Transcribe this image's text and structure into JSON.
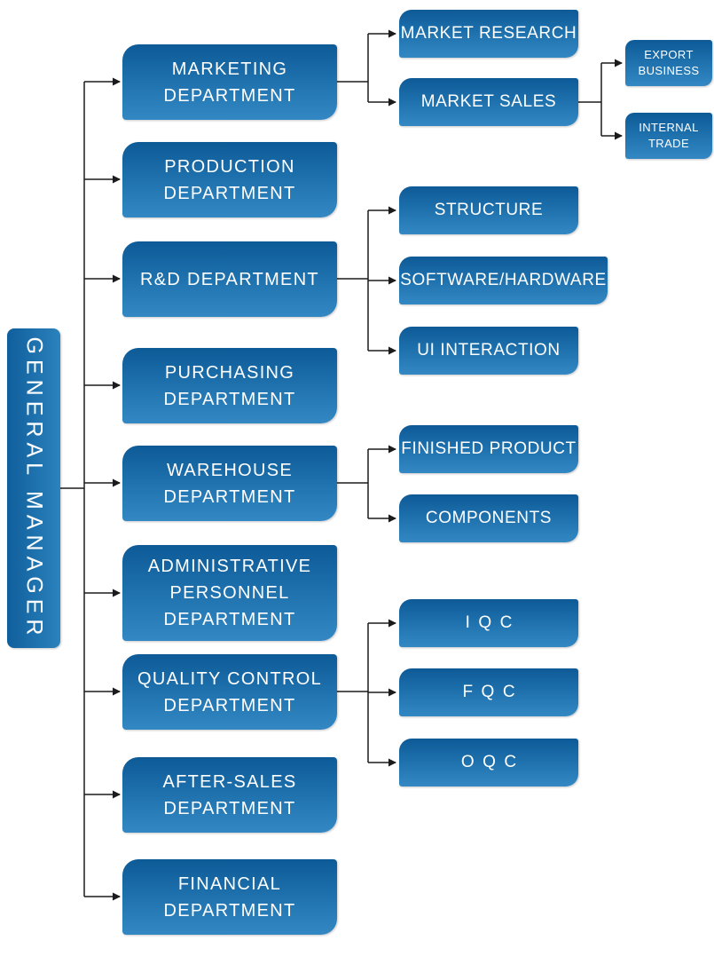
{
  "root": {
    "label": "GENERAL MANAGER"
  },
  "departments": [
    {
      "label": "MARKETING DEPARTMENT",
      "children": [
        {
          "label": "MARKET RESEARCH"
        },
        {
          "label": "MARKET SALES",
          "children": [
            {
              "label": "EXPORT BUSINESS"
            },
            {
              "label": "INTERNAL TRADE"
            }
          ]
        }
      ]
    },
    {
      "label": "PRODUCTION DEPARTMENT"
    },
    {
      "label": "R&D DEPARTMENT",
      "children": [
        {
          "label": "STRUCTURE"
        },
        {
          "label": "SOFTWARE/HARDWARE"
        },
        {
          "label": "UI INTERACTION"
        }
      ]
    },
    {
      "label": "PURCHASING DEPARTMENT"
    },
    {
      "label": "WAREHOUSE DEPARTMENT",
      "children": [
        {
          "label": "FINISHED PRODUCT"
        },
        {
          "label": "COMPONENTS"
        }
      ]
    },
    {
      "label": "ADMINISTRATIVE PERSONNEL DEPARTMENT"
    },
    {
      "label": "QUALITY CONTROL DEPARTMENT",
      "children": [
        {
          "label": "IQC"
        },
        {
          "label": "FQC"
        },
        {
          "label": "OQC"
        }
      ]
    },
    {
      "label": "AFTER-SALES DEPARTMENT"
    },
    {
      "label": "FINANCIAL DEPARTMENT"
    }
  ],
  "colors": {
    "box_gradient_top": "#0d5a97",
    "box_gradient_bottom": "#3388c4",
    "text": "#ffffff",
    "connector": "#1b1b1b",
    "background": "#ffffff"
  }
}
